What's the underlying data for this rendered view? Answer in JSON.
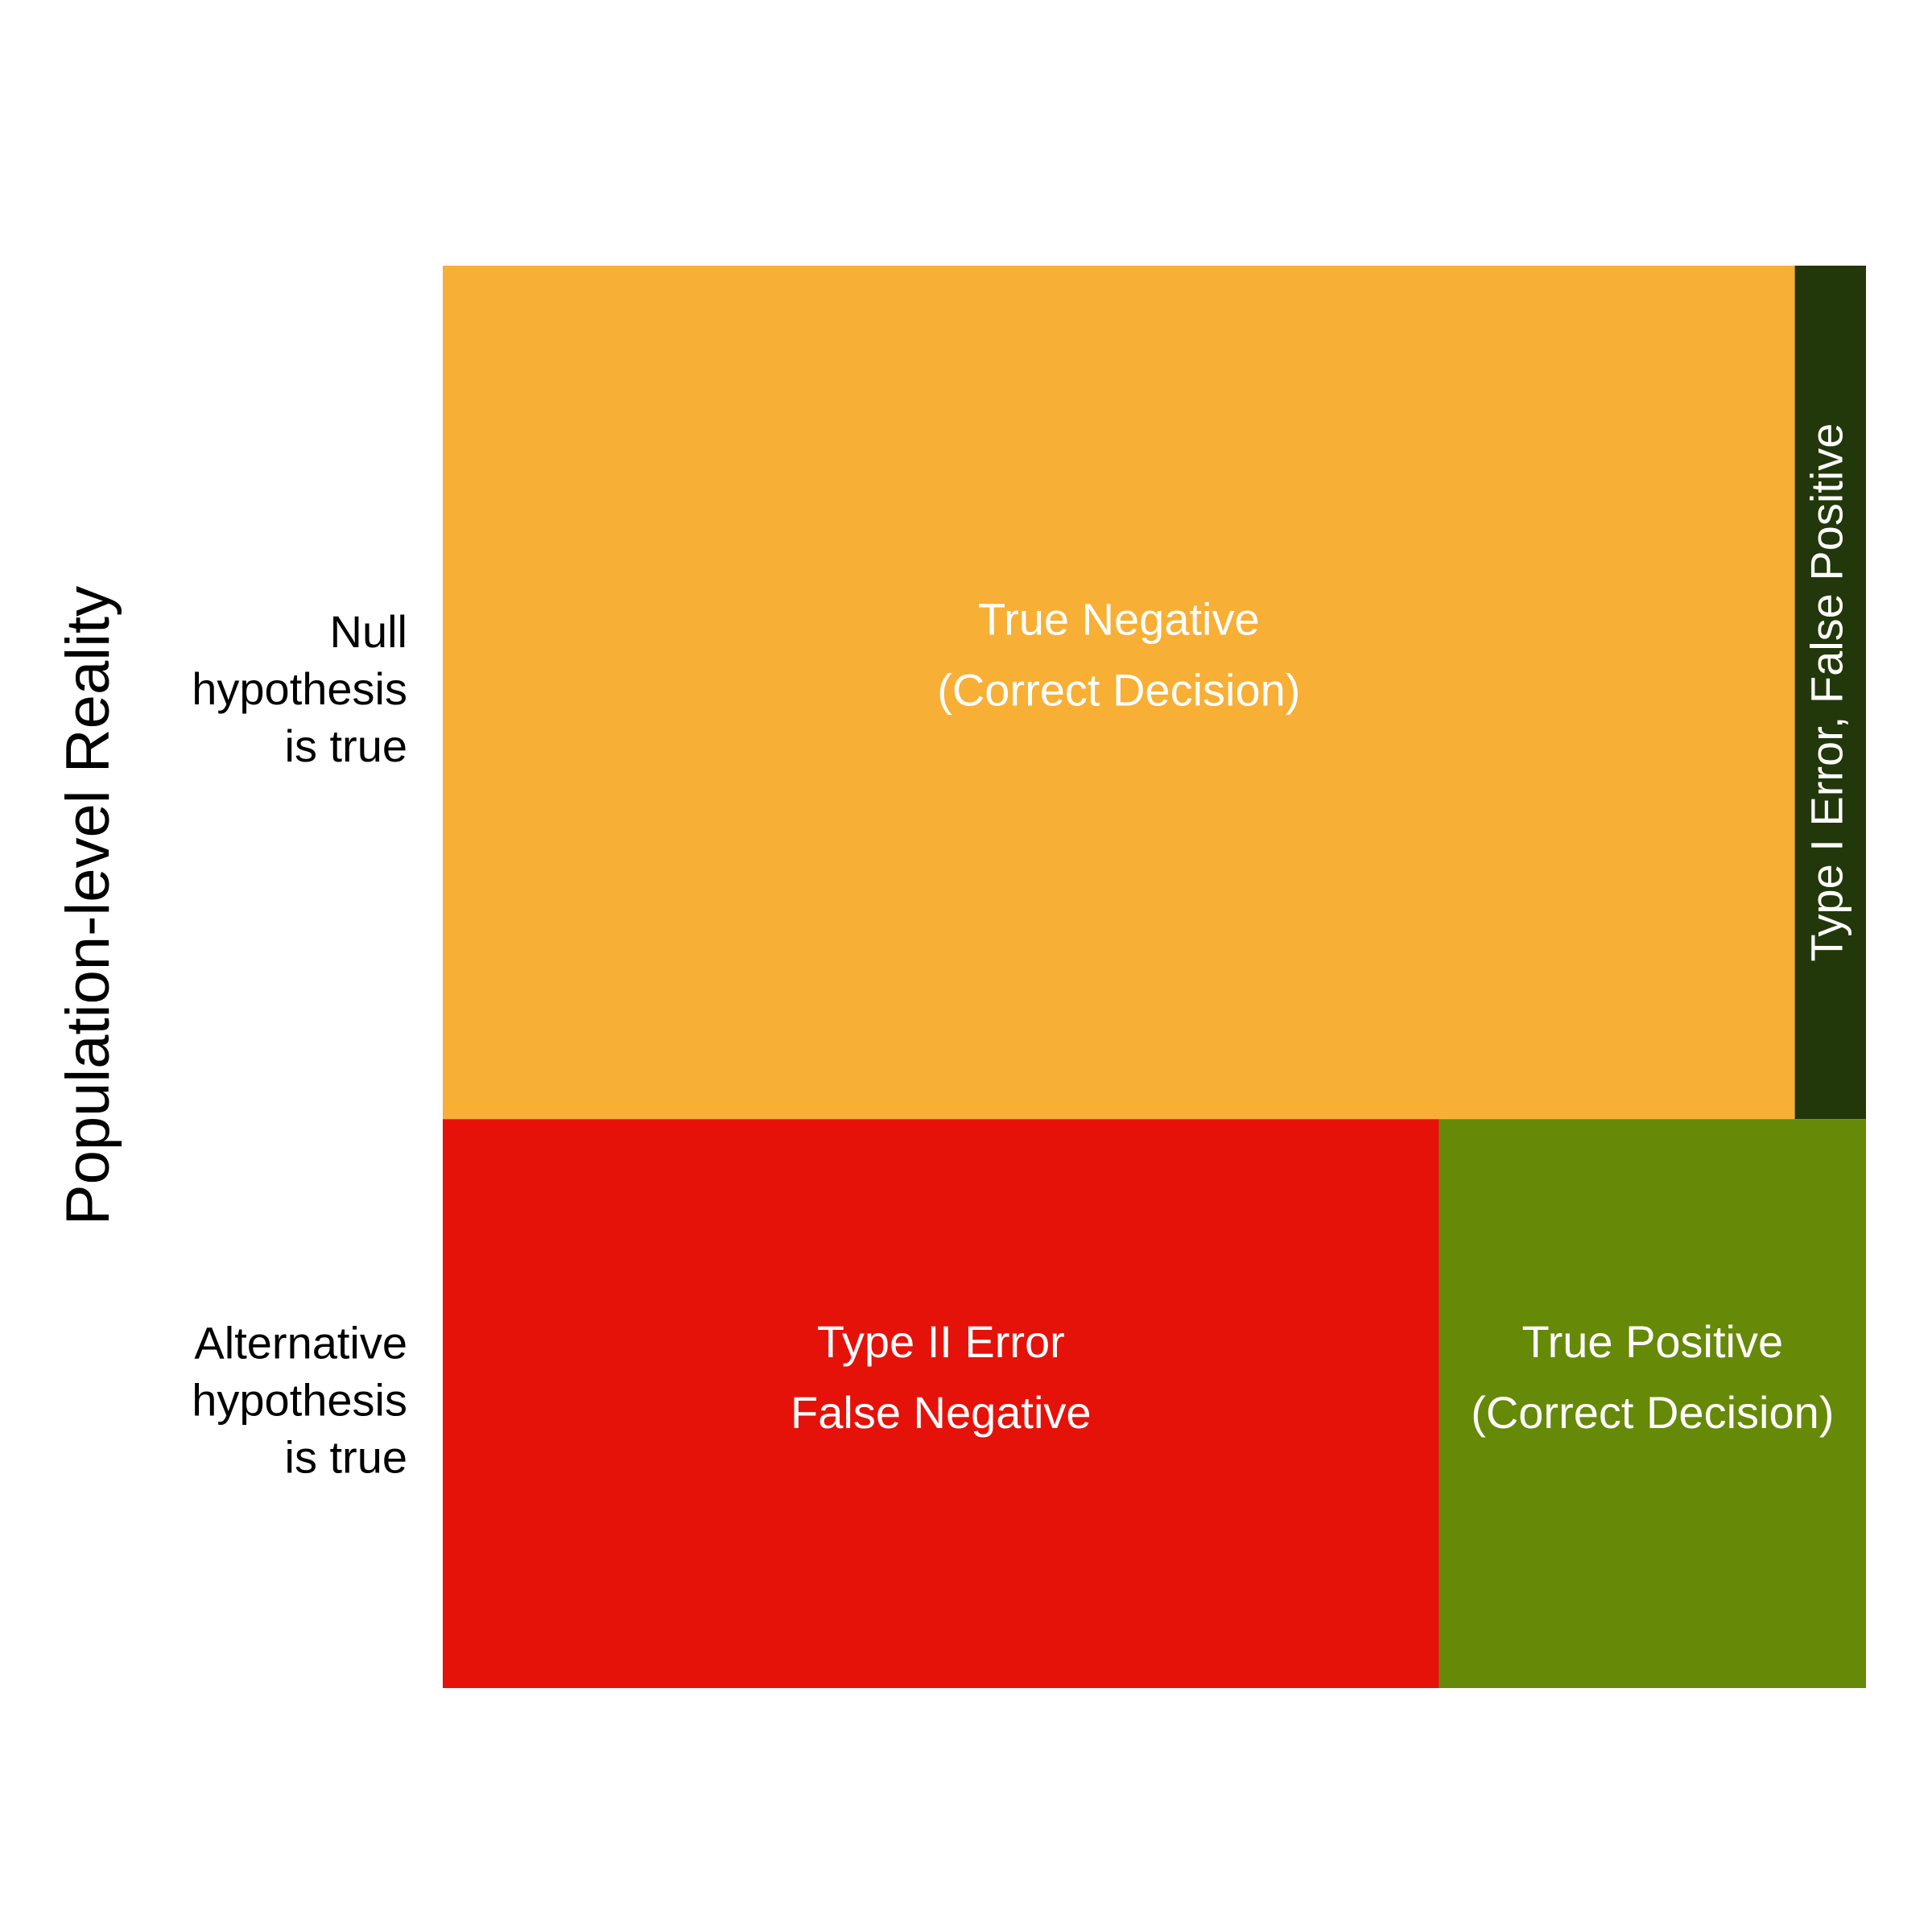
{
  "chart_data": {
    "type": "mosaic",
    "ylabel": "Population-level Reality",
    "rows": [
      {
        "label_lines": [
          "Null",
          "hypothesis",
          "is true"
        ],
        "share": 0.6,
        "cells": [
          {
            "label_lines": [
              "True Negative",
              "(Correct Decision)"
            ],
            "share": 0.95,
            "color": "#F7AF36",
            "orientation": "horizontal"
          },
          {
            "label_lines": [
              "Type I Error, False Positive"
            ],
            "share": 0.05,
            "color": "#22380A",
            "orientation": "vertical"
          }
        ]
      },
      {
        "label_lines": [
          "Alternative",
          "hypothesis",
          "is true"
        ],
        "share": 0.4,
        "cells": [
          {
            "label_lines": [
              "Type II Error",
              "False Negative"
            ],
            "share": 0.7,
            "color": "#E5120A",
            "orientation": "horizontal"
          },
          {
            "label_lines": [
              "True Positive",
              "(Correct Decision)"
            ],
            "share": 0.3,
            "color": "#668908",
            "orientation": "horizontal"
          }
        ]
      }
    ]
  }
}
